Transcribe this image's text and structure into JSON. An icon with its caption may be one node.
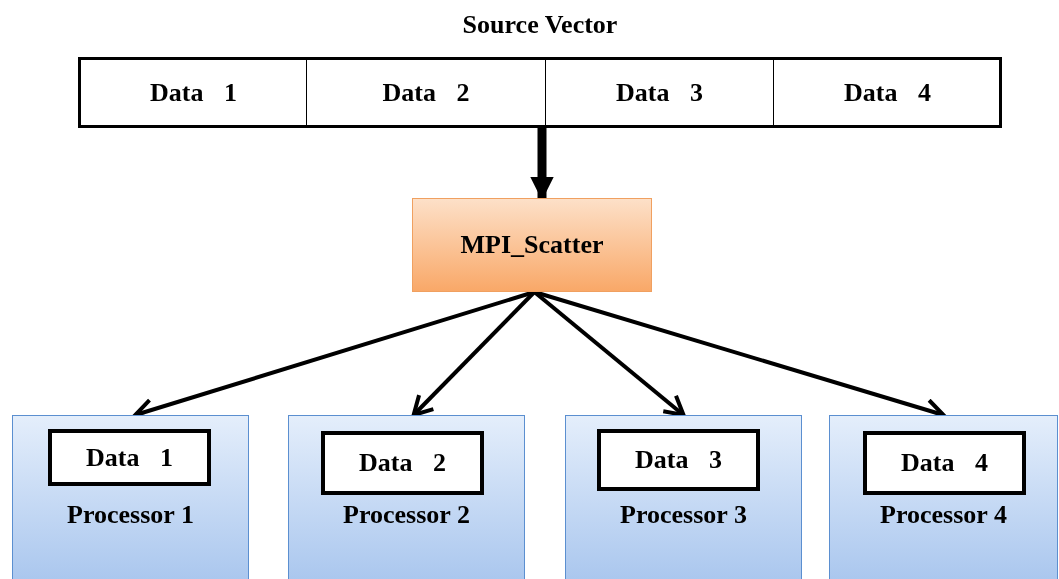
{
  "diagram": {
    "nodes": [
      {
        "text": [
          "Source Vector"
        ]
      },
      {
        "text": [
          "Data 1"
        ],
        "in": 0
      },
      {
        "text": [
          "Data 2"
        ],
        "in": 0
      },
      {
        "text": [
          "Data 3"
        ],
        "in": 0
      },
      {
        "text": [
          "Data 4"
        ],
        "in": 0
      },
      {
        "text": [
          "MPI_Scatter"
        ]
      },
      {
        "text": [
          "Processor 1"
        ]
      },
      {
        "text": [
          "Data 1"
        ],
        "in": 6
      },
      {
        "text": [
          "Processor 2"
        ]
      },
      {
        "text": [
          "Data 2"
        ],
        "in": 8
      },
      {
        "text": [
          "Processor 3"
        ]
      },
      {
        "text": [
          "Data 3"
        ],
        "in": 10
      },
      {
        "text": [
          "Processor 4"
        ]
      },
      {
        "text": [
          "Data 4"
        ],
        "in": 12
      }
    ],
    "edges": [
      {
        "from": 0,
        "to": 5,
        "arrow": "to",
        "style": "thick"
      },
      {
        "from": 5,
        "to": 6,
        "arrow": "to"
      },
      {
        "from": 5,
        "to": 8,
        "arrow": "to"
      },
      {
        "from": 5,
        "to": 10,
        "arrow": "to"
      },
      {
        "from": 5,
        "to": 12,
        "arrow": "to"
      }
    ]
  }
}
